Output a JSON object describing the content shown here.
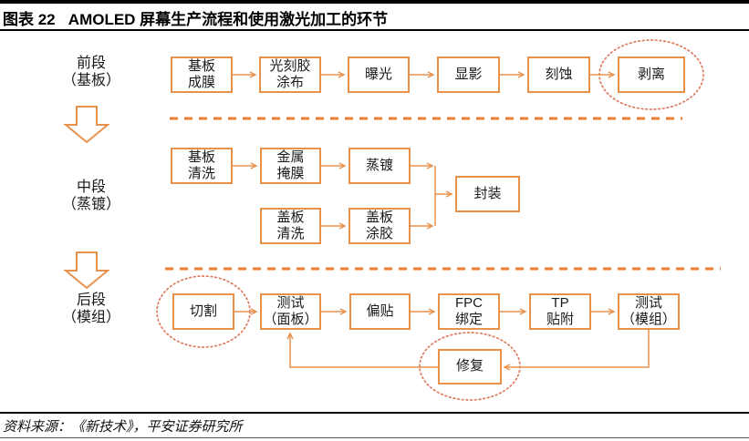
{
  "header": {
    "title": "图表 22   AMOLED 屏幕生产流程和使用激光加工的环节"
  },
  "sections": {
    "front": {
      "line1": "前段",
      "line2": "（基板）"
    },
    "middle": {
      "line1": "中段",
      "line2": "（蒸镀）"
    },
    "back": {
      "line1": "后段",
      "line2": "（模组）"
    }
  },
  "steps": {
    "substrate_deposition": {
      "l1": "基板",
      "l2": "成膜"
    },
    "photoresist_coating": {
      "l1": "光刻胶",
      "l2": "涂布"
    },
    "exposure": {
      "l1": "曝光"
    },
    "development": {
      "l1": "显影"
    },
    "etching": {
      "l1": "刻蚀"
    },
    "liftoff": {
      "l1": "剥离"
    },
    "substrate_cleaning": {
      "l1": "基板",
      "l2": "清洗"
    },
    "metal_mask": {
      "l1": "金属",
      "l2": "掩膜"
    },
    "evaporation": {
      "l1": "蒸镀"
    },
    "cover_cleaning": {
      "l1": "盖板",
      "l2": "清洗"
    },
    "cover_gluing": {
      "l1": "盖板",
      "l2": "涂胶"
    },
    "encapsulation": {
      "l1": "封装"
    },
    "cutting": {
      "l1": "切割"
    },
    "panel_test": {
      "l1": "测试",
      "l2": "（面板）"
    },
    "lamination": {
      "l1": "偏贴"
    },
    "fpc_bonding": {
      "l1": "FPC",
      "l2": "绑定"
    },
    "tp_attach": {
      "l1": "TP",
      "l2": "贴附"
    },
    "module_test": {
      "l1": "测试",
      "l2": "（模组）"
    },
    "repair": {
      "l1": "修复"
    }
  },
  "laser_highlighted_steps": [
    "剥离",
    "切割",
    "修复"
  ],
  "footer": {
    "source": "资料来源：《新技术》，平安证券研究所"
  },
  "colors": {
    "box_border": "#E8914B",
    "connector": "#E8914B",
    "dashed_divider": "#ED7D31",
    "highlight_ellipse": "#DD7A5F",
    "rule_black": "#000000"
  }
}
